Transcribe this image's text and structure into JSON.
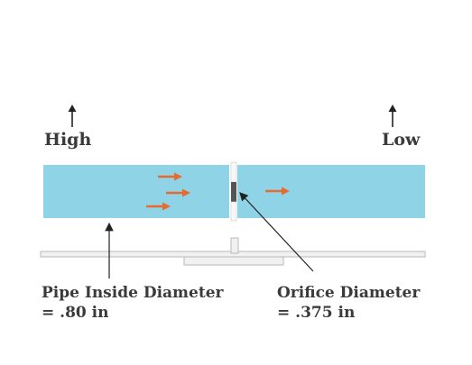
{
  "pressure": {
    "high_label": "High",
    "low_label": "Low"
  },
  "callouts": {
    "pipe_line1": "Pipe Inside Diameter",
    "pipe_line2": "= .80 in",
    "orifice_line1": "Orifice Diameter",
    "orifice_line2": "= .375 in"
  },
  "colors": {
    "pipe_fill": "#8fd3e6",
    "flow_arrow": "#e86a2e",
    "orifice_plate": "#555555",
    "base_fill": "#f1f1f1",
    "base_stroke": "#b9b9b9",
    "line": "#222222"
  },
  "icons": [
    "up-arrow-icon",
    "flow-arrow-icon"
  ]
}
